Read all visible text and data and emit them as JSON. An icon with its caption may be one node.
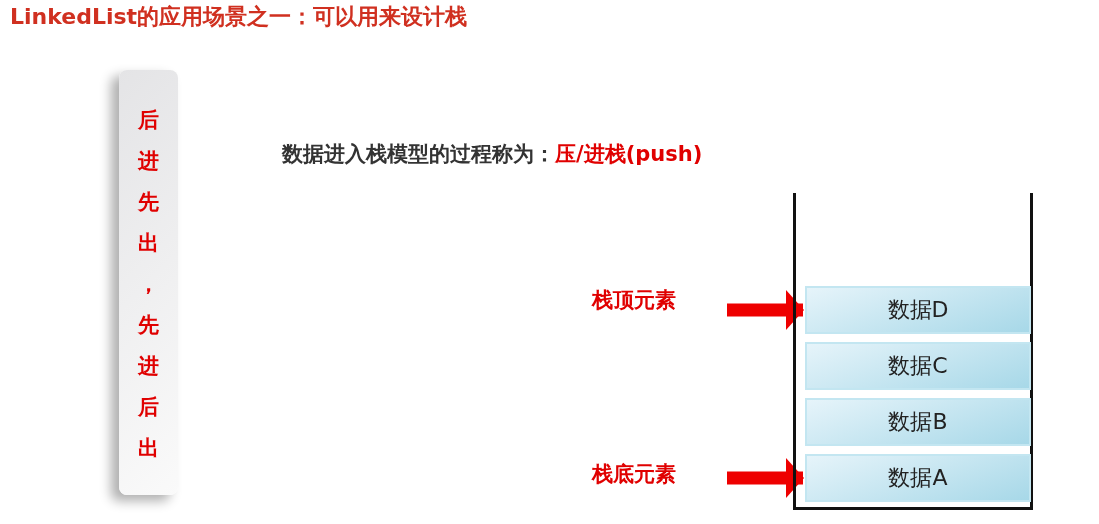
{
  "diagram": {
    "title": "LinkedList的应用场景之一：可以用来设计栈",
    "nodes": [
      {
        "text": [
          "后进先出，先进后出"
        ]
      },
      {
        "text": [
          "栈顶元素"
        ]
      },
      {
        "text": [],
        "shape": "box"
      },
      {
        "text": [
          "数据D"
        ],
        "in": 2
      },
      {
        "text": [
          "数据C"
        ],
        "in": 2
      },
      {
        "text": [
          "数据B"
        ],
        "in": 2
      },
      {
        "text": [
          "数据A"
        ],
        "in": 2
      },
      {
        "text": [
          "栈底元素"
        ]
      }
    ],
    "edges": [
      {
        "from": 1,
        "to": 3,
        "arrow": "to"
      },
      {
        "from": 7,
        "to": 6,
        "arrow": "to"
      }
    ],
    "labels": [
      "数据进入栈模型的过程称为：",
      "压/进栈(push)"
    ]
  }
}
